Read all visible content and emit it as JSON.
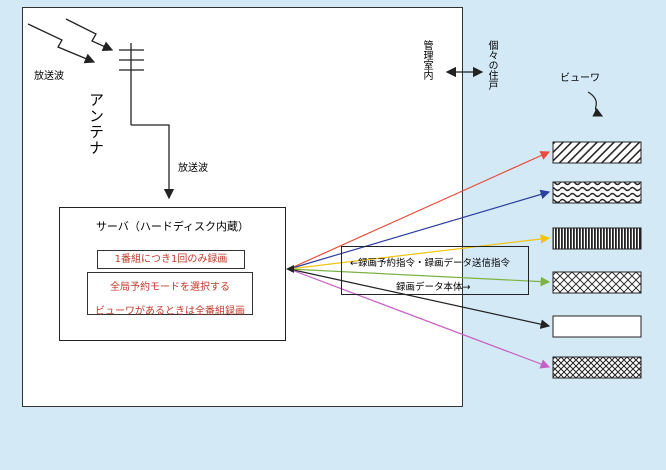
{
  "labels": {
    "broadcast_top": "放送波",
    "antenna": "アンテナ",
    "broadcast_mid": "放送波",
    "management_room": "管理室内",
    "individual_home": "個々の住戸",
    "viewer": "ビューワ",
    "server_title": "サーバ（ハードディスク内蔵）",
    "rule1": "1番組につき1回のみ録画",
    "rule2": "全局予約モードを選択する",
    "rule3": "ビューワがあるときは全番組録画",
    "cmd_reserve": "←録画予約指令・録画データ送信指令",
    "cmd_data": "録画データ本体→"
  },
  "viewers": [
    {
      "pattern": "diagonal-hatch",
      "line_color": "#e74c3c"
    },
    {
      "pattern": "wave",
      "line_color": "#2c3e9e"
    },
    {
      "pattern": "vertical-stripes",
      "line_color": "#f1c40f"
    },
    {
      "pattern": "checker",
      "line_color": "#7cb342"
    },
    {
      "pattern": "blank",
      "line_color": "#222222"
    },
    {
      "pattern": "crosshatch",
      "line_color": "#c561c5"
    }
  ],
  "colors": {
    "background": "#d4e9f6",
    "rule_text": "#c0392b"
  }
}
